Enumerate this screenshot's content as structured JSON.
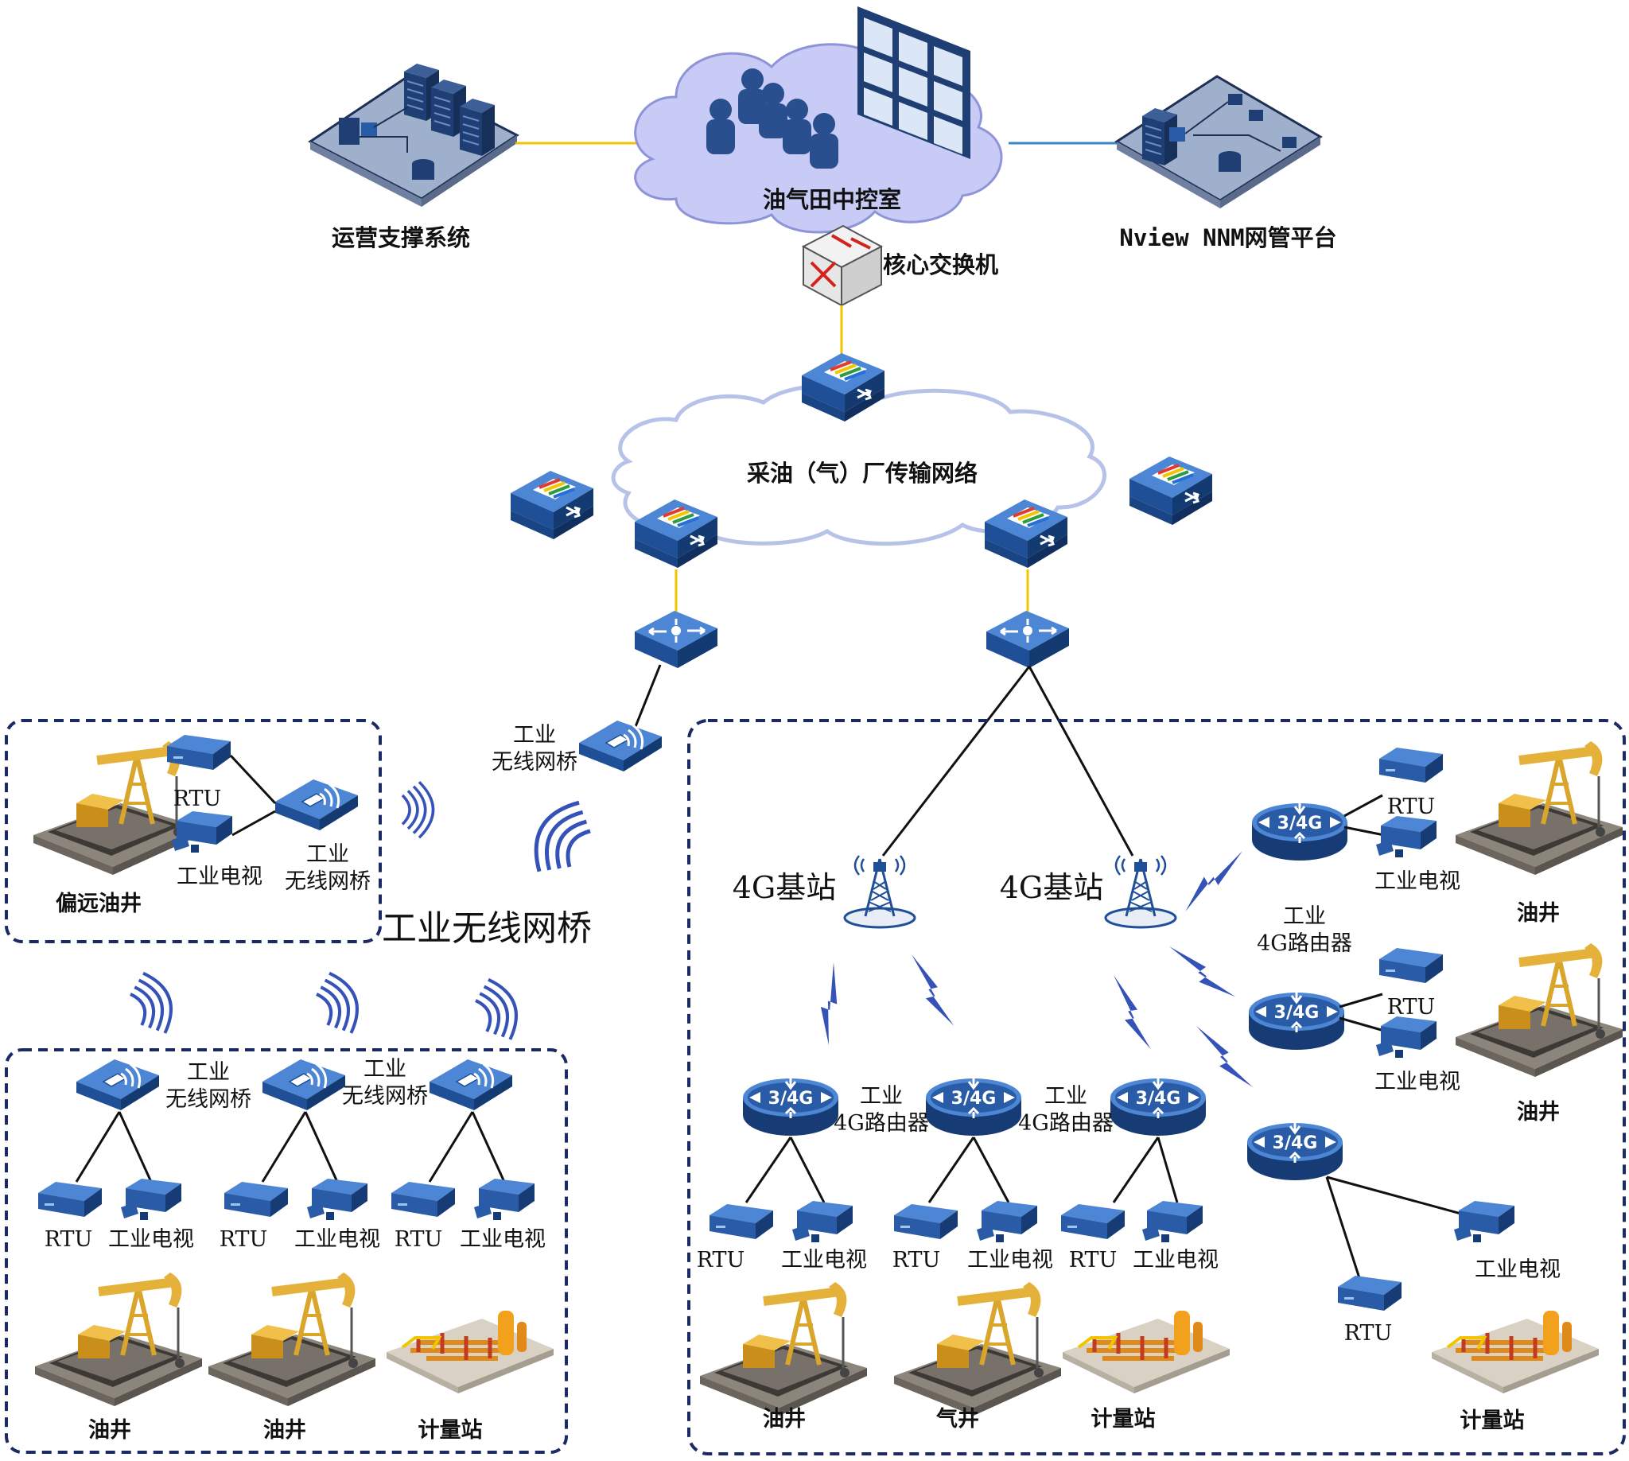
{
  "top": {
    "control_room": "油气田中控室",
    "ops_system": "运营支撑系统",
    "nms_platform": "Nview NNM网管平台",
    "core_switch": "核心交换机"
  },
  "transport": {
    "network": "采油（气）厂传输网络"
  },
  "wireless_bridge": {
    "link_label_line1": "工业",
    "link_label_line2": "无线网桥",
    "big_label": "工业无线网桥"
  },
  "remote_well": {
    "rtu": "RTU",
    "tv": "工业电视",
    "bridge_line1": "工业",
    "bridge_line2": "无线网桥",
    "site": "偏远油井"
  },
  "bridge_group": {
    "bridge1_line1": "工业",
    "bridge1_line2": "无线网桥",
    "bridge2_line1": "工业",
    "bridge2_line2": "无线网桥",
    "devices": [
      "RTU",
      "工业电视",
      "RTU",
      "工业电视",
      "RTU",
      "工业电视"
    ],
    "sites": [
      "油井",
      "油井",
      "计量站"
    ]
  },
  "lte": {
    "bs_left": "4G基站",
    "bs_right": "4G基站",
    "router_icon": "3/4G",
    "router_label1_line1": "工业",
    "router_label1_line2": "4G路由器",
    "router_label2_line1": "工业",
    "router_label2_line2": "4G路由器",
    "router_label3_line1": "工业",
    "router_label3_line2": "4G路由器",
    "bottom_devices": [
      "RTU",
      "工业电视",
      "RTU",
      "工业电视",
      "RTU",
      "工业电视"
    ],
    "bottom_sites": [
      "油井",
      "气井",
      "计量站"
    ],
    "right_rtu1": "RTU",
    "right_tv1": "工业电视",
    "right_site1": "油井",
    "right_rtu2": "RTU",
    "right_tv2": "工业电视",
    "right_site2": "油井",
    "right_tv3": "工业电视",
    "right_rtu3": "RTU",
    "right_site3": "计量站"
  },
  "colors": {
    "cloud_fill": "#c7cbf5",
    "cloud_stroke": "#8f94d8",
    "device_blue": "#2a5ba6",
    "device_dark": "#173c75",
    "link_yellow": "#f2c500",
    "link_blue": "#3a86c8",
    "frame_dash": "#1b2a63",
    "bolt": "#3552b8",
    "derrick": "#e4b23a"
  }
}
